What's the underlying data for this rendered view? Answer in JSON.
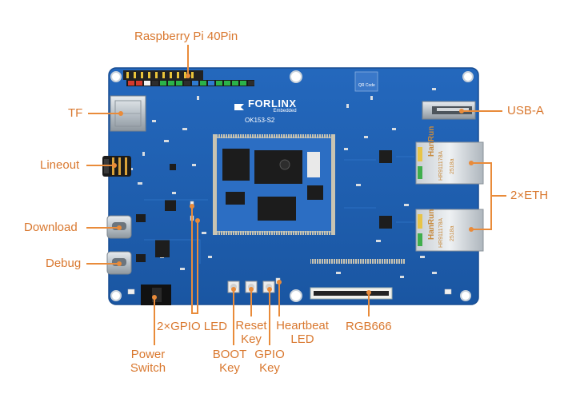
{
  "labels": {
    "raspberry_pi": "Raspberry Pi 40Pin",
    "tf": "TF",
    "lineout": "Lineout",
    "download": "Download",
    "debug": "Debug",
    "usb_a": "USB-A",
    "eth": "2×ETH",
    "gpio_led_2": "2×GPIO LED",
    "power_switch": [
      "Power",
      "Switch"
    ],
    "boot_key": [
      "BOOT",
      "Key"
    ],
    "reset_key": [
      "Reset",
      "Key"
    ],
    "gpio_key": [
      "GPIO",
      "Key"
    ],
    "heartbeat_led": [
      "Heartbeat",
      "LED"
    ],
    "rgb666": "RGB666"
  },
  "board": {
    "brand": "FORLINX",
    "brand_sub": "Embedded",
    "model": "OK153-S2",
    "eth_chip": "HanRun",
    "eth_part": "HR911178A",
    "eth_code": "2518a",
    "qr_label": "QR Code"
  },
  "colors": {
    "board": "#1f5fb0",
    "board_edge": "#184d92",
    "accent": "#e98b3a",
    "label_text": "#d9782f"
  }
}
